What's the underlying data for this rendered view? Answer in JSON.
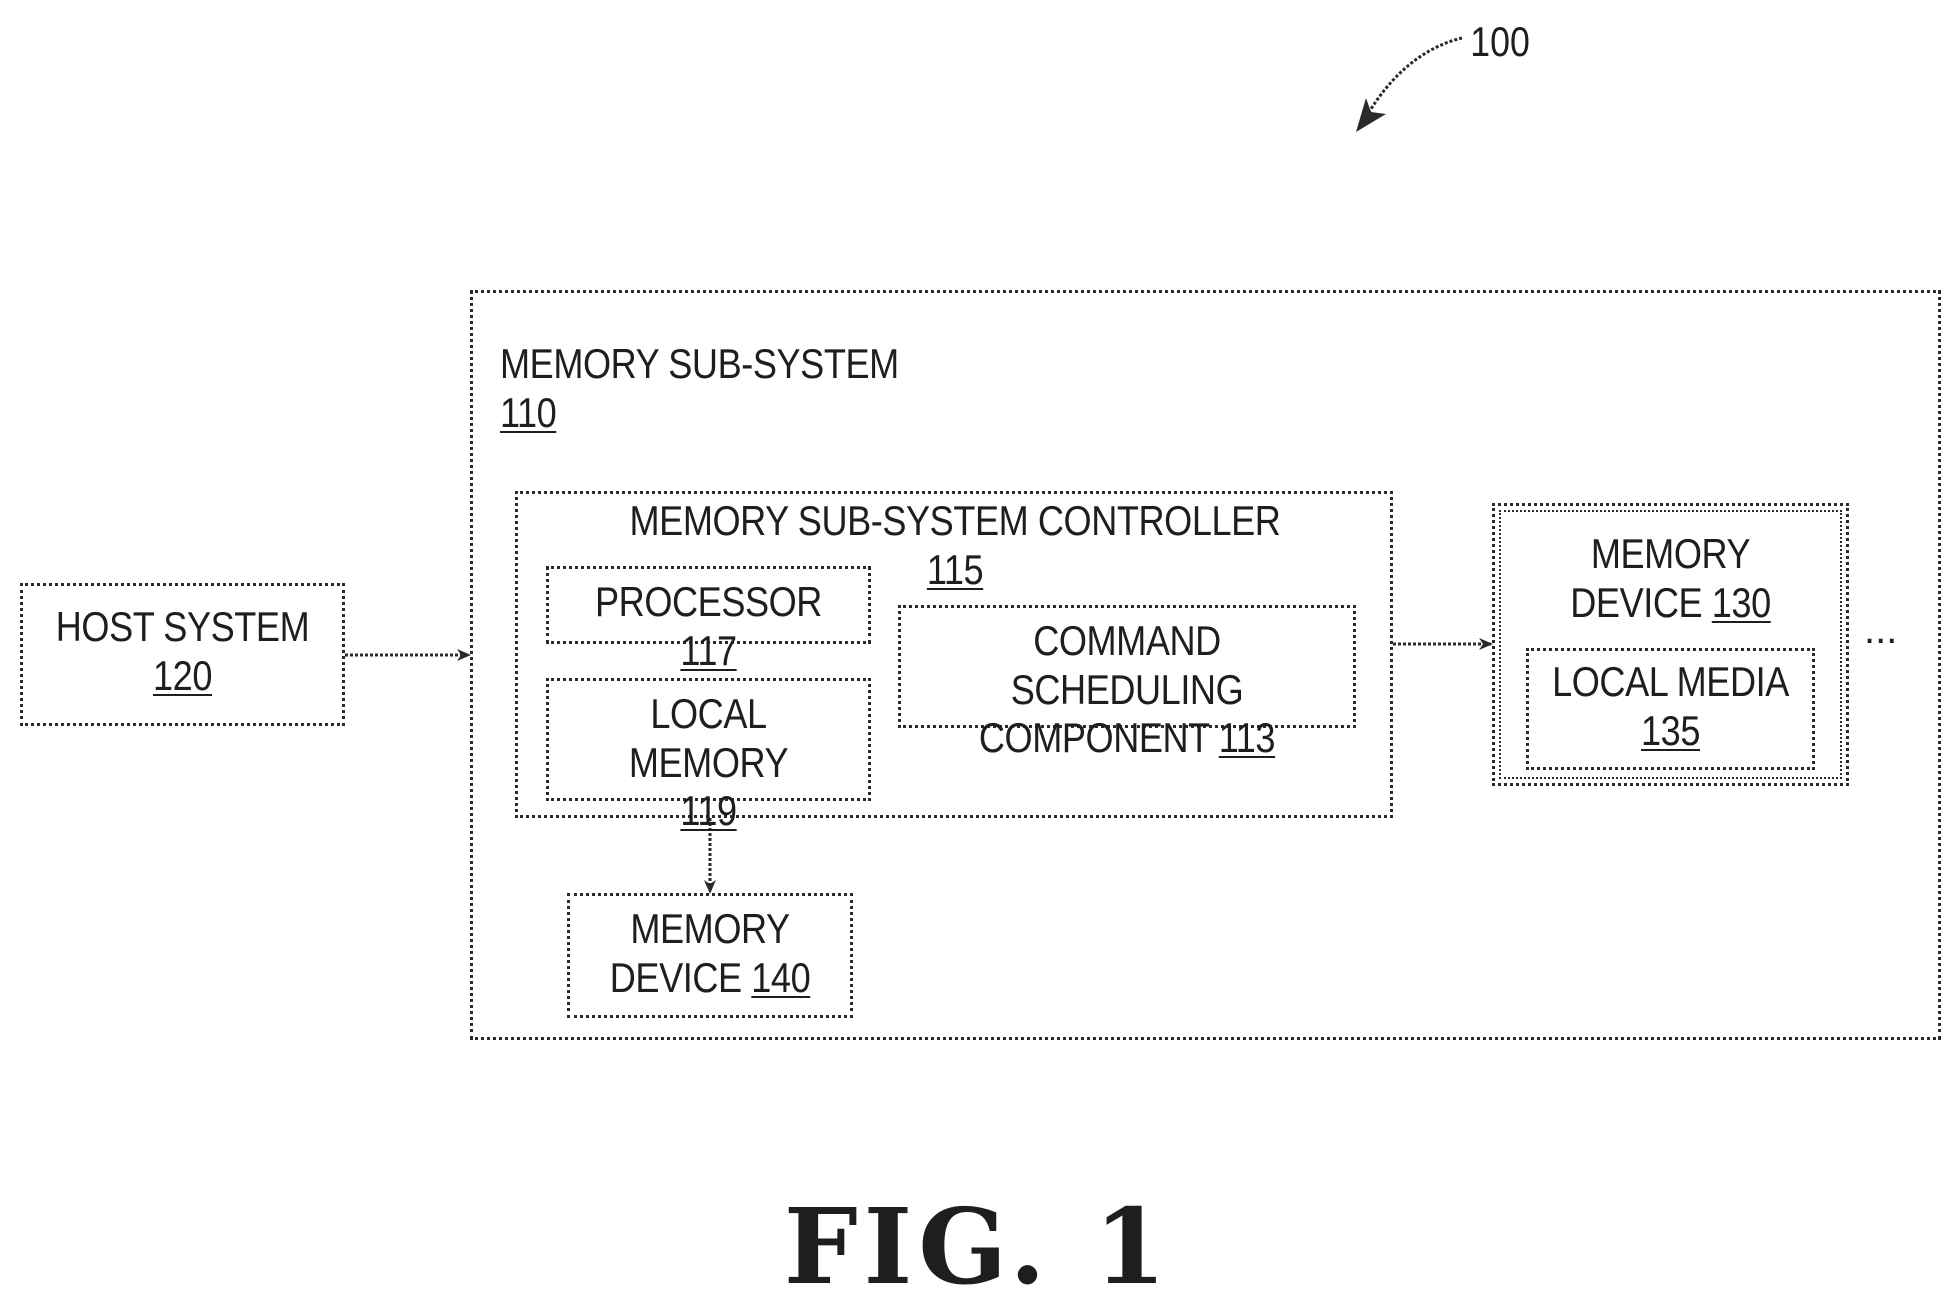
{
  "figure": {
    "reference": "100",
    "caption": "FIG. 1",
    "continuation": "..."
  },
  "boxes": {
    "memory_subsystem": {
      "text": "MEMORY SUB-SYSTEM ",
      "ref": "110"
    },
    "controller": {
      "text": "MEMORY SUB-SYSTEM CONTROLLER ",
      "ref": "115"
    },
    "processor": {
      "text": "PROCESSOR ",
      "ref": "117"
    },
    "local_memory": {
      "text": "LOCAL MEMORY",
      "ref": "119"
    },
    "command_scheduling": {
      "line1": "COMMAND SCHEDULING",
      "line2": "COMPONENT ",
      "ref": "113"
    },
    "host_system": {
      "text": "HOST SYSTEM",
      "ref": "120"
    },
    "memory_device_130": {
      "line1": "MEMORY",
      "line2": "DEVICE ",
      "ref": "130"
    },
    "local_media": {
      "text": "LOCAL MEDIA",
      "ref": "135"
    },
    "memory_device_140": {
      "line1": "MEMORY",
      "line2": "DEVICE ",
      "ref": "140"
    }
  },
  "colors": {
    "line": "#2a2a2a",
    "text": "#1e1e1e",
    "background": "#ffffff"
  }
}
